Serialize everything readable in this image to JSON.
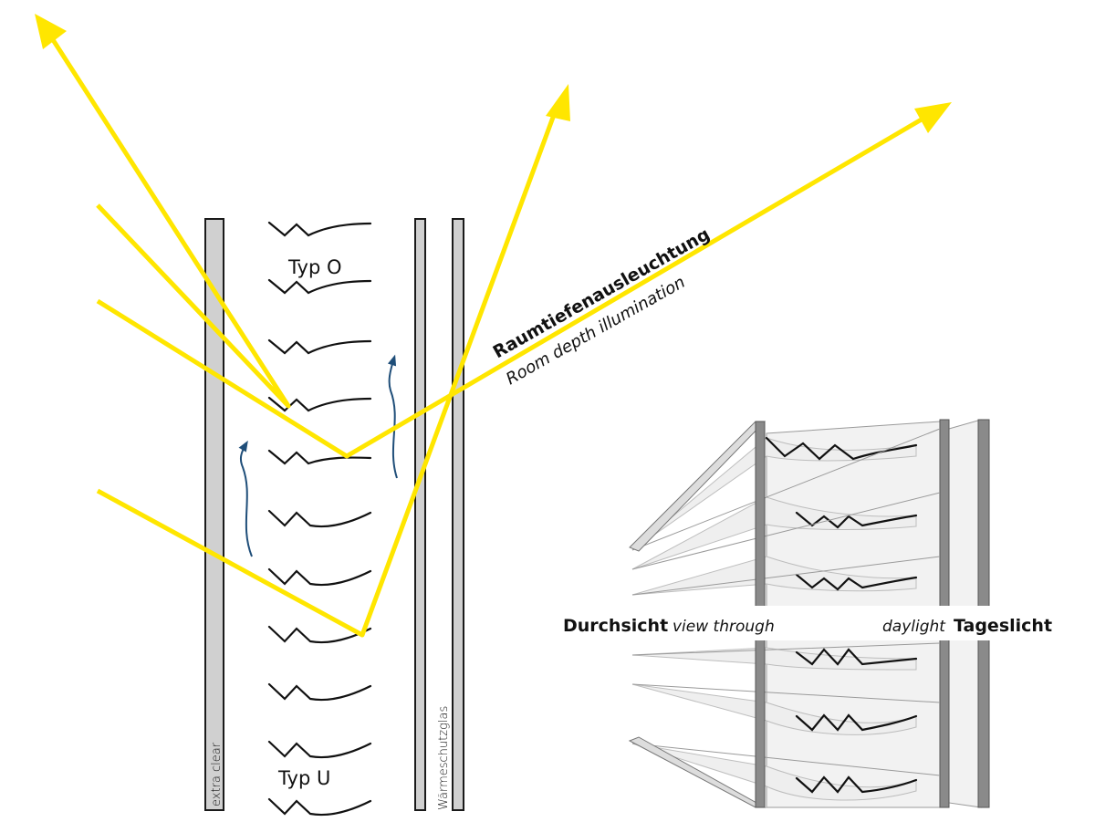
{
  "labels": {
    "type_o": "Typ O",
    "type_u": "Typ U",
    "room_depth_de": "Raumtiefenausleuchtung",
    "room_depth_en": "Room depth illumination",
    "extra_clear": "extra clear",
    "heat_glass": "Wärmeschutzglas",
    "view_through_de": "Durchsicht",
    "view_through_en": "view through",
    "daylight_en": "daylight",
    "daylight_de": "Tageslicht"
  },
  "colors": {
    "light_ray": "#ffe600",
    "airflow_arrow": "#1f4e79",
    "glass_fill": "#d0d0d0",
    "outline": "#111111"
  }
}
